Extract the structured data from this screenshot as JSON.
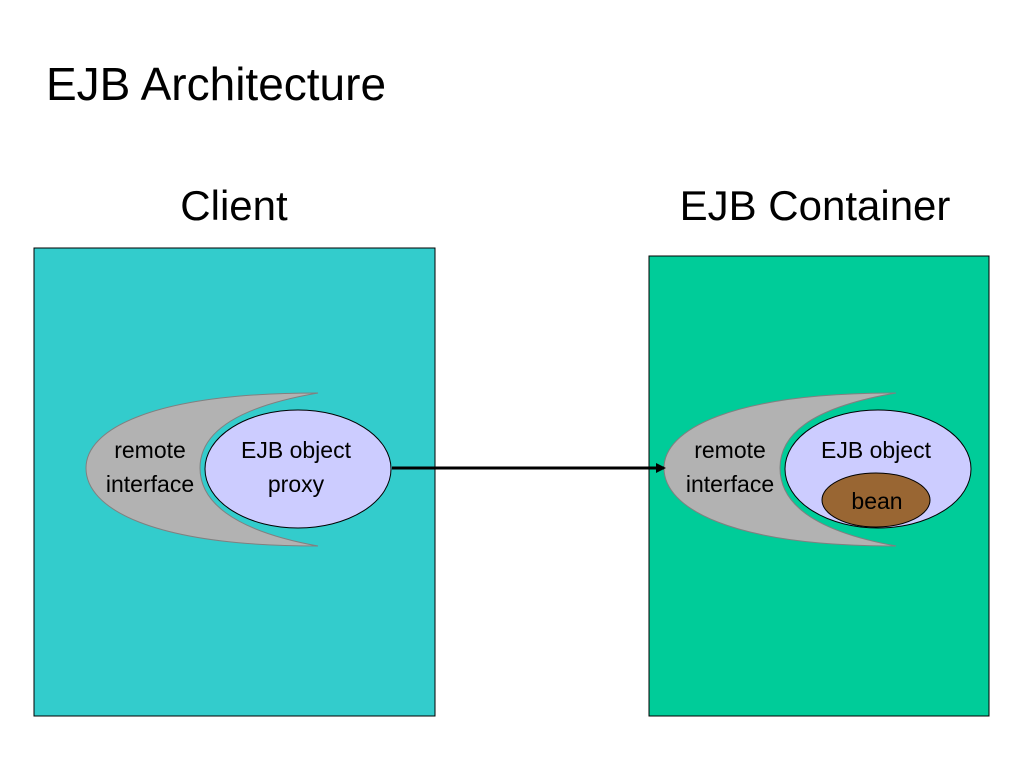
{
  "title": "EJB Architecture",
  "client": {
    "heading": "Client",
    "remote_interface_line1": "remote",
    "remote_interface_line2": "interface",
    "object_line1": "EJB object",
    "object_line2": "proxy"
  },
  "container": {
    "heading": "EJB Container",
    "remote_interface_line1": "remote",
    "remote_interface_line2": "interface",
    "object_label": "EJB object",
    "bean_label": "bean"
  },
  "colors": {
    "client_fill": "#33CCCC",
    "container_fill": "#00CC99",
    "interface_fill": "#B2B2B2",
    "object_fill": "#CCCCFF",
    "bean_fill": "#996633",
    "arrow": "#000000"
  }
}
